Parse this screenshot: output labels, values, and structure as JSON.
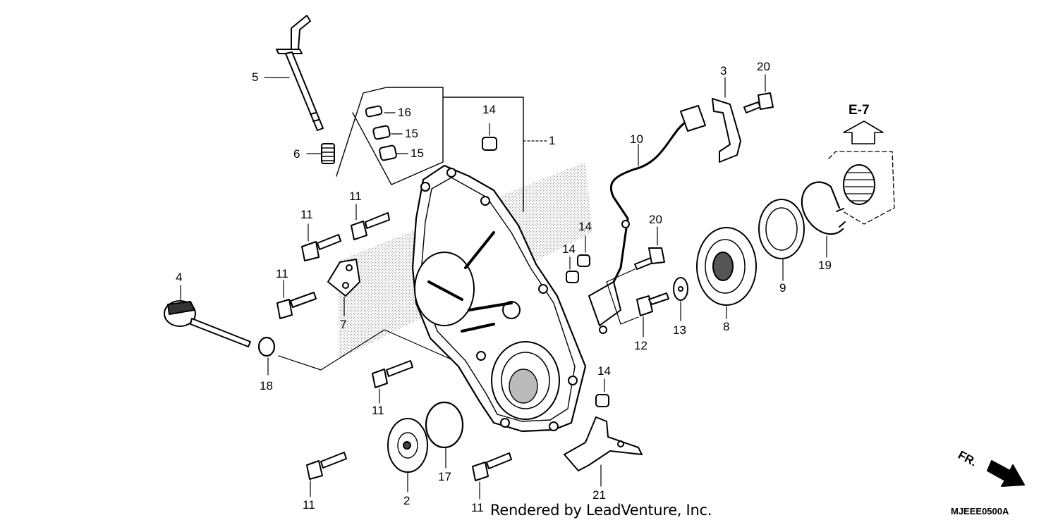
{
  "callouts": [
    {
      "id": "c-5a",
      "text": "5"
    },
    {
      "id": "c-16",
      "text": "16"
    },
    {
      "id": "c-15a",
      "text": "15"
    },
    {
      "id": "c-15b",
      "text": "15"
    },
    {
      "id": "c-6",
      "text": "6"
    },
    {
      "id": "c-14a",
      "text": "14"
    },
    {
      "id": "c-1",
      "text": "1"
    },
    {
      "id": "c-10",
      "text": "10"
    },
    {
      "id": "c-3",
      "text": "3"
    },
    {
      "id": "c-20a",
      "text": "20"
    },
    {
      "id": "c-11a",
      "text": "11"
    },
    {
      "id": "c-11b",
      "text": "11"
    },
    {
      "id": "c-14b",
      "text": "14"
    },
    {
      "id": "c-14c",
      "text": "14"
    },
    {
      "id": "c-20b",
      "text": "20"
    },
    {
      "id": "c-4",
      "text": "4"
    },
    {
      "id": "c-11c",
      "text": "11"
    },
    {
      "id": "c-7",
      "text": "7"
    },
    {
      "id": "c-12",
      "text": "12"
    },
    {
      "id": "c-13",
      "text": "13"
    },
    {
      "id": "c-8",
      "text": "8"
    },
    {
      "id": "c-9",
      "text": "9"
    },
    {
      "id": "c-19",
      "text": "19"
    },
    {
      "id": "c-18",
      "text": "18"
    },
    {
      "id": "c-14d",
      "text": "14"
    },
    {
      "id": "c-11d",
      "text": "11"
    },
    {
      "id": "c-17",
      "text": "17"
    },
    {
      "id": "c-2",
      "text": "2"
    },
    {
      "id": "c-21",
      "text": "21"
    },
    {
      "id": "c-11e",
      "text": "11"
    },
    {
      "id": "c-11f",
      "text": "11"
    }
  ],
  "reference": "E-7",
  "direction": "FR.",
  "credit": "Rendered by LeadVenture, Inc.",
  "diagram_code": "MJEEE0500A",
  "colors": {
    "ink": "#000000",
    "shade": "#9a9a9a",
    "paper": "#ffffff"
  }
}
